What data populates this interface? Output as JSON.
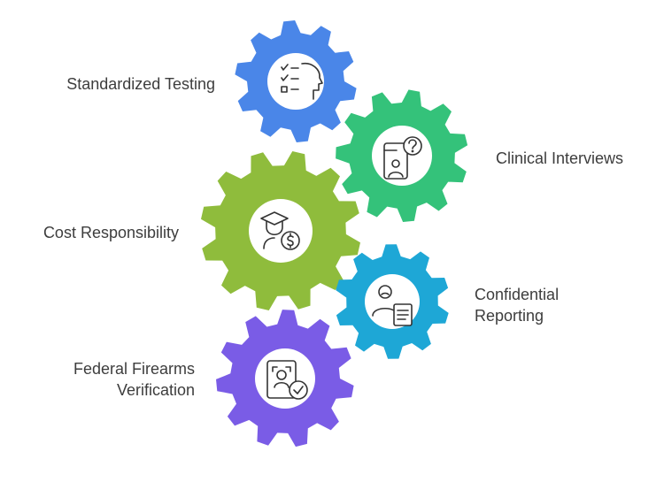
{
  "gears": [
    {
      "key": "standardized_testing",
      "label_lines": [
        "Standardized Testing"
      ],
      "color": "#4a86e8",
      "icon": "checklist-head-icon"
    },
    {
      "key": "clinical_interviews",
      "label_lines": [
        "Clinical Interviews"
      ],
      "color": "#34c27a",
      "icon": "phone-question-person-icon"
    },
    {
      "key": "cost_responsibility",
      "label_lines": [
        "Cost Responsibility"
      ],
      "color": "#8fbc3c",
      "icon": "graduate-dollar-icon"
    },
    {
      "key": "confidential_reporting",
      "label_lines": [
        "Confidential",
        "Reporting"
      ],
      "color": "#1ea7d6",
      "icon": "person-document-icon"
    },
    {
      "key": "federal_firearms_verification",
      "label_lines": [
        "Federal Firearms",
        "Verification"
      ],
      "color": "#7a5ce6",
      "icon": "id-check-icon"
    }
  ]
}
